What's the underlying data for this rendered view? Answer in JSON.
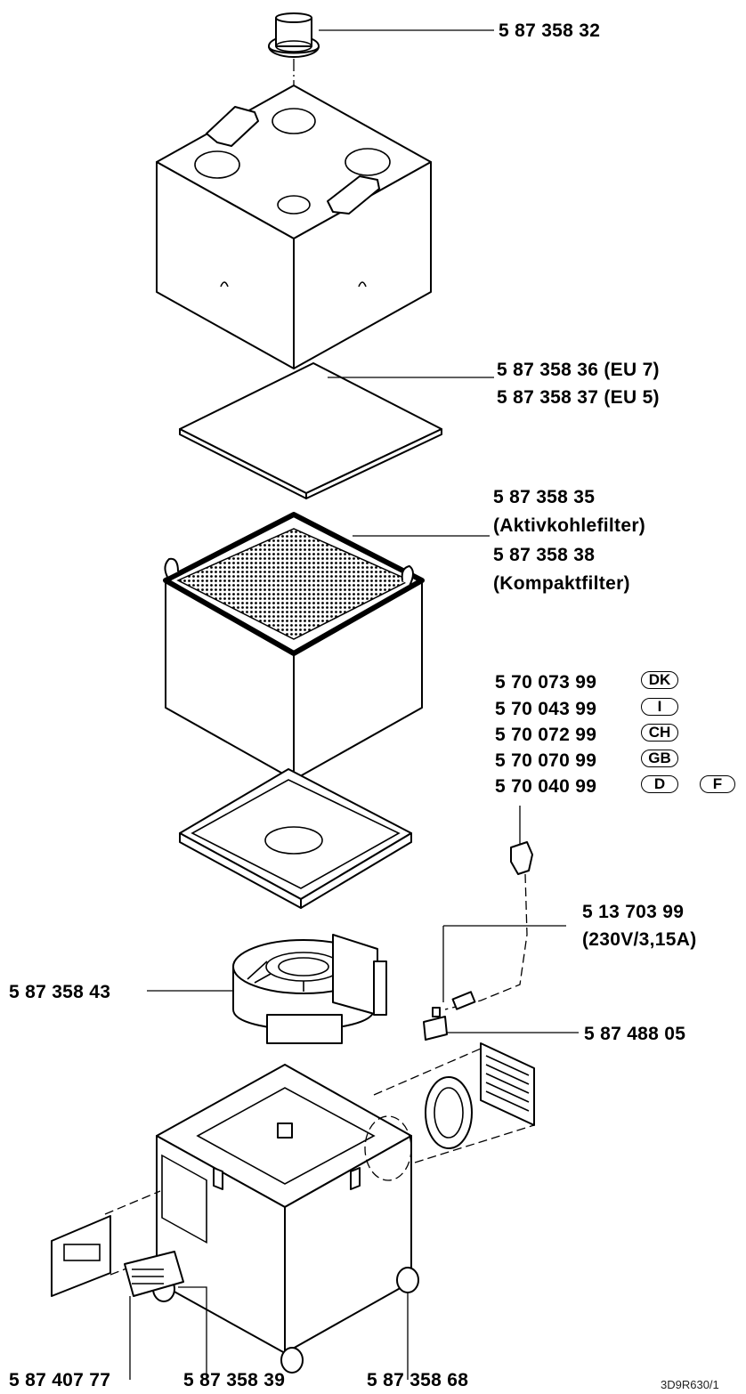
{
  "parts": {
    "duct_adapter": "5 87 358 32",
    "prefilter_eu7": "5 87 358 36  (EU  7)",
    "prefilter_eu5": "5 87 358 37  (EU  5)",
    "filter_a_number": "5 87 358 35",
    "filter_a_name": "(Aktivkohlefilter)",
    "filter_b_number": "5 87 358 38",
    "filter_b_name": "(Kompaktfilter)",
    "fan_unit": "5 87 358 43",
    "cable": "5 13 703 99",
    "cable_spec": "(230V/3,15A)",
    "switch": "5 87 488 05",
    "control_panel": "5 87 407 77",
    "electronics": "5 87 358 39",
    "castor": "5 87 358 68"
  },
  "plugs": [
    {
      "number": "5 70 073 99",
      "countries": [
        "DK"
      ]
    },
    {
      "number": "5 70 043 99",
      "countries": [
        "I"
      ]
    },
    {
      "number": "5 70 072 99",
      "countries": [
        "CH"
      ]
    },
    {
      "number": "5 70 070 99",
      "countries": [
        "GB"
      ]
    },
    {
      "number": "5 70 040 99",
      "countries": [
        "D",
        "F"
      ]
    }
  ],
  "drawing_ref": "3D9R630/1",
  "colors": {
    "ink": "#000000",
    "paper": "#ffffff"
  }
}
